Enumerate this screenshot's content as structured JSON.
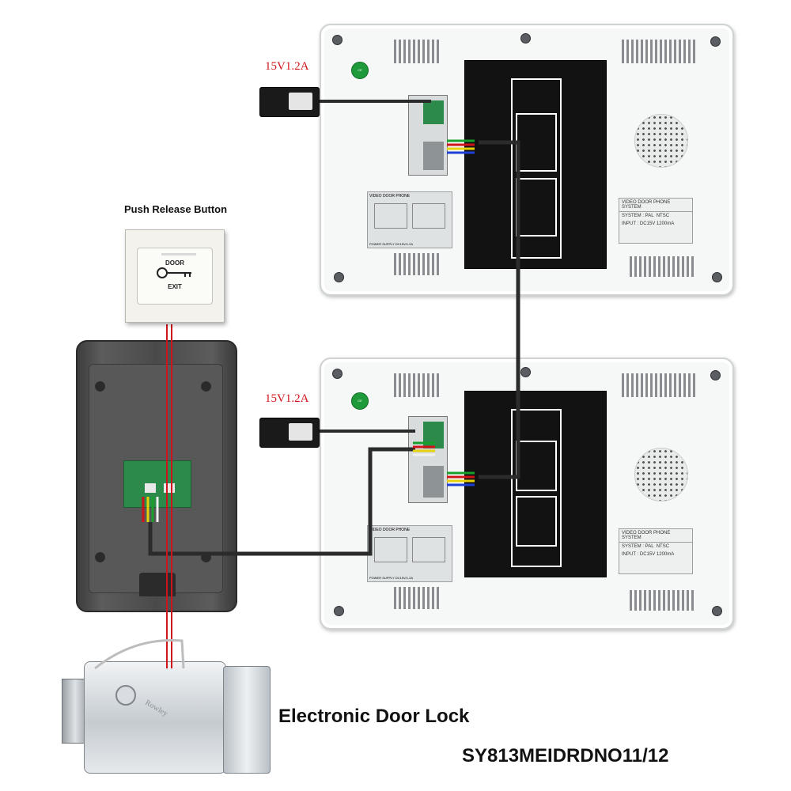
{
  "labels": {
    "push_release_button": "Push Release Button",
    "power_top": "15V1.2A",
    "power_bottom": "15V1.2A",
    "door_lock": "Electronic Door Lock",
    "model": "SY813MEIDRDNO11/12"
  },
  "push_button": {
    "line1": "DOOR",
    "line2": "EXIT"
  },
  "monitor_label": {
    "title": "VIDEO DOOR PHONE SYSTEM",
    "system": "SYSTEM : PAL",
    "ntsc": "NTSC",
    "input": "INPUT : DC15V",
    "current": "1200mA"
  },
  "monitor_schematic": {
    "title": "VIDEO DOOR PHONE",
    "power": "POWER SUPPLY DC15V/1.2A"
  },
  "lock_brand": "Rowley",
  "colors": {
    "wire_dark": "#2b2b2b",
    "wire_red": "#d0141b",
    "wire_green": "#18a02c",
    "wire_yellow": "#e6d20a",
    "wire_blue": "#1d3fd6",
    "wire_white": "#f0f0f0",
    "bracket": "#121212",
    "pcb": "#2c8a4a"
  }
}
